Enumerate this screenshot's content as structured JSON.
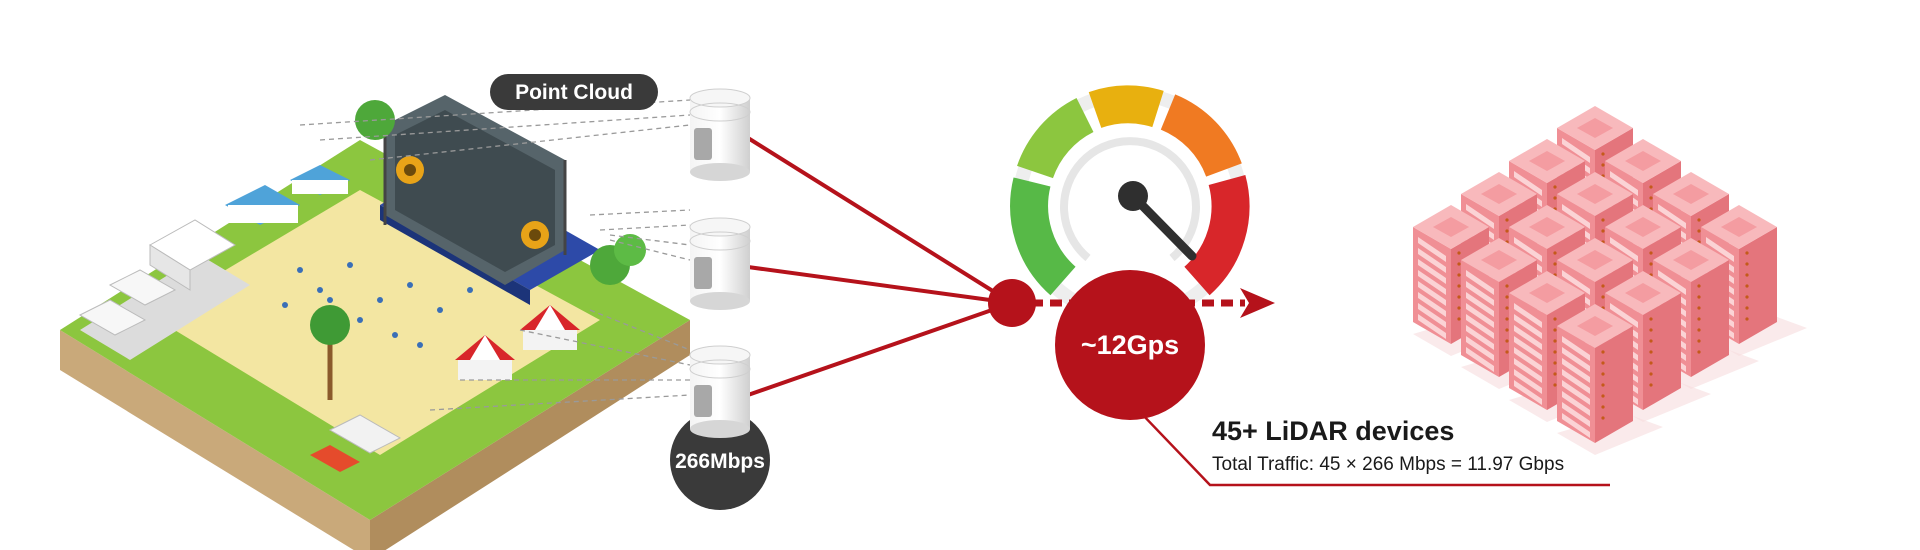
{
  "labels": {
    "point_cloud": "Point Cloud",
    "sensor_rate": "266Mbps",
    "aggregate_speed": "~12Gps",
    "devices_title": "45+ LiDAR devices",
    "traffic_formula": "Total Traffic: 45 × 266 Mbps = 11.97 Gbps"
  },
  "colors": {
    "accent_red": "#b5121b",
    "dark_badge": "#3a3a3a",
    "server_pink": "#f2a4a8",
    "gauge_green": "#57b947",
    "gauge_yellow": "#e8b00f",
    "gauge_orange": "#f07a22",
    "gauge_red": "#d8262a"
  },
  "icons": {
    "festival": "music-festival-illustration",
    "sensor": "lidar-sensor-icon",
    "gauge": "speedometer-icon",
    "servers": "server-rack-cluster-icon",
    "arrow": "dashed-arrow-icon"
  },
  "sensors_count_shown": 3,
  "server_racks_shown": 16
}
